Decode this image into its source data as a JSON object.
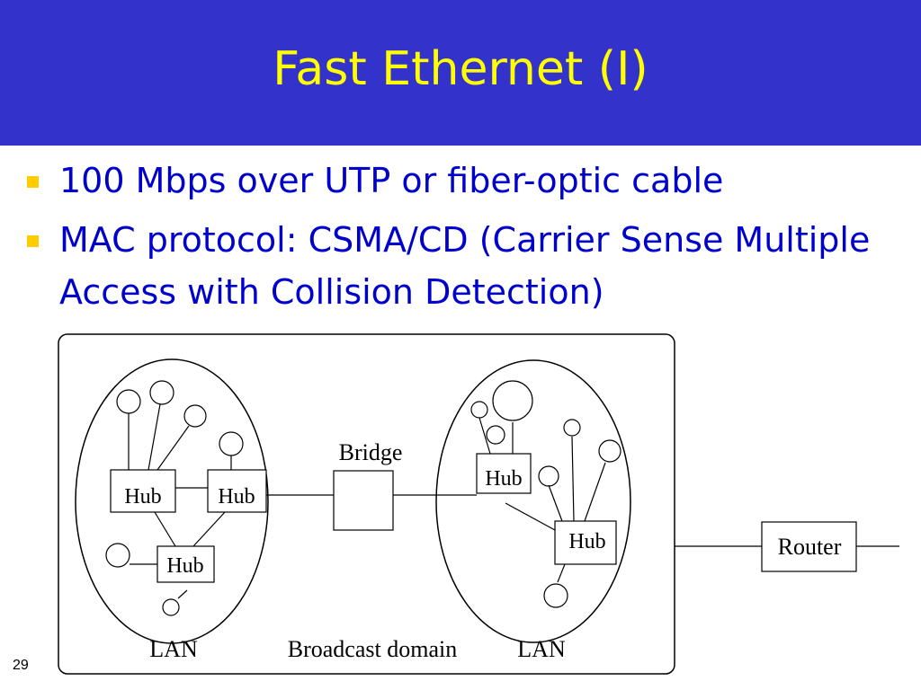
{
  "slide": {
    "title": "Fast Ethernet (I)",
    "page_number": "29",
    "bullets": [
      "100 Mbps over UTP or fiber-optic cable",
      "MAC protocol: CSMA/CD (Carrier Sense Multiple Access with Collision Detection)"
    ]
  },
  "diagram": {
    "hub_label": "Hub",
    "bridge_label": "Bridge",
    "router_label": "Router",
    "lan_label": "LAN",
    "broadcast_domain_label": "Broadcast domain"
  },
  "colors": {
    "title_bar": "#3333cc",
    "title_text": "#ffff00",
    "bullet_text": "#0000cc",
    "bullet_marker": "#ffcc00"
  }
}
